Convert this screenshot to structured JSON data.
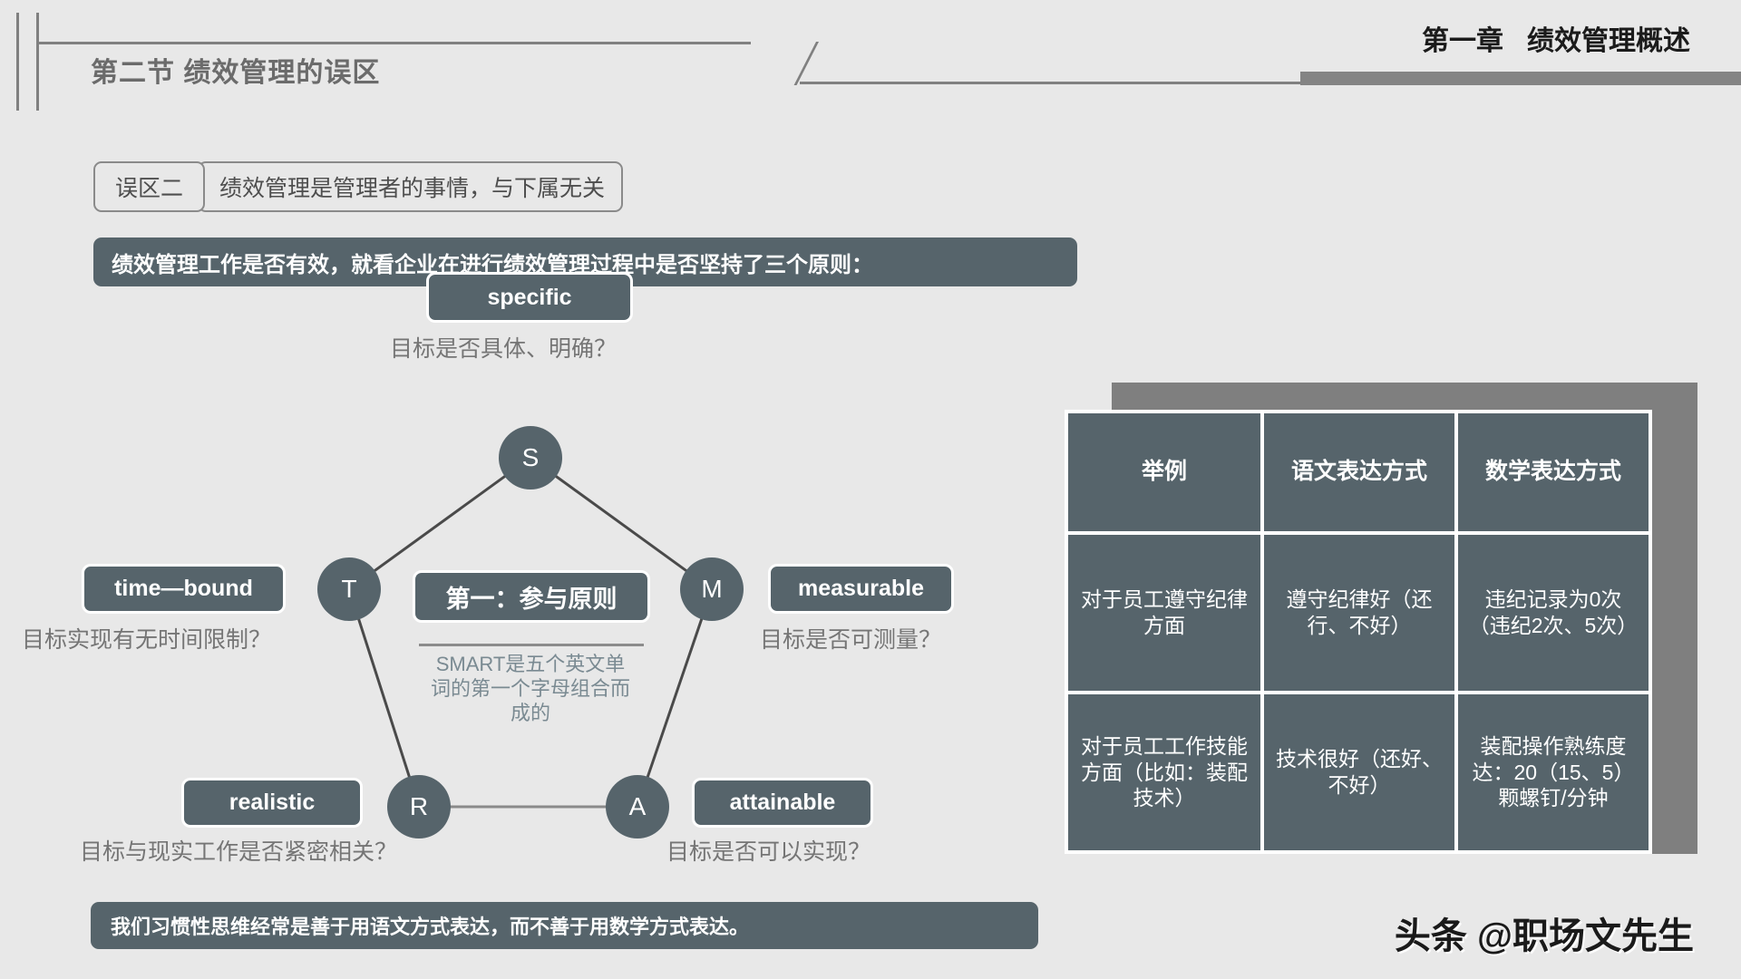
{
  "header": {
    "section_title": "第二节  绩效管理的误区",
    "chapter_number": "第一章",
    "chapter_title": "绩效管理概述"
  },
  "callout": {
    "tag_label": "误区二",
    "tag_text": "绩效管理是管理者的事情，与下属无关"
  },
  "banners": {
    "top": "绩效管理工作是否有效，就看企业在进行绩效管理过程中是否坚持了三个原则：",
    "bottom": "我们习惯性思维经常是善于用语文方式表达，而不善于用数学方式表达。"
  },
  "smart": {
    "center_title": "第一：参与原则",
    "center_note": "SMART是五个英文单词的第一个字母组合而成的",
    "nodes": [
      {
        "letter": "S",
        "tag": "specific",
        "question": "目标是否具体、明确？"
      },
      {
        "letter": "M",
        "tag": "measurable",
        "question": "目标是否可测量？"
      },
      {
        "letter": "A",
        "tag": "attainable",
        "question": "目标是否可以实现？"
      },
      {
        "letter": "R",
        "tag": "realistic",
        "question": "目标与现实工作是否紧密相关？"
      },
      {
        "letter": "T",
        "tag": "time—bound",
        "question": "目标实现有无时间限制？"
      }
    ]
  },
  "table": {
    "headers": [
      "举例",
      "语文表达方式",
      "数学表达方式"
    ],
    "rows": [
      [
        "对于员工遵守纪律方面",
        "遵守纪律好（还行、不好）",
        "违纪记录为0次（违纪2次、5次）"
      ],
      [
        "对于员工工作技能方面（比如：装配技术）",
        "技术很好（还好、不好）",
        "装配操作熟练度达：20（15、5）颗螺钉/分钟"
      ]
    ]
  },
  "watermark": "头条 @职场文先生",
  "colors": {
    "background": "#e8e8e8",
    "accent_dark": "#56646b",
    "gray_line": "#808080",
    "gray_bar": "#848484",
    "muted_text": "#757575"
  }
}
